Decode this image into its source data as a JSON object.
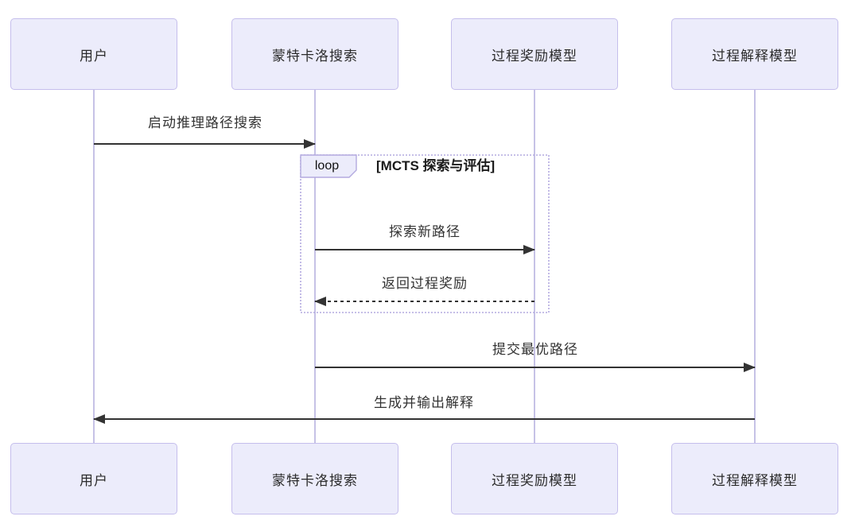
{
  "diagram": {
    "type": "sequence-diagram",
    "background": "#ffffff",
    "colors": {
      "actor_fill": "#ECECFB",
      "actor_border": "#C5BEEC",
      "lifeline": "#C6C2E6",
      "arrow": "#333333",
      "loop_border": "#B3AADF",
      "loop_tab_fill": "#ECECFB",
      "text": "#333333"
    },
    "actors": [
      {
        "name": "用户"
      },
      {
        "name": "蒙特卡洛搜索"
      },
      {
        "name": "过程奖励模型"
      },
      {
        "name": "过程解释模型"
      }
    ],
    "messages": [
      {
        "label": "启动推理路径搜索",
        "from": "用户",
        "to": "蒙特卡洛搜索",
        "line": "solid",
        "direction": "right"
      },
      {
        "label": "探索新路径",
        "from": "蒙特卡洛搜索",
        "to": "过程奖励模型",
        "line": "solid",
        "direction": "right"
      },
      {
        "label": "返回过程奖励",
        "from": "过程奖励模型",
        "to": "蒙特卡洛搜索",
        "line": "dashed",
        "direction": "left"
      },
      {
        "label": "提交最优路径",
        "from": "蒙特卡洛搜索",
        "to": "过程解释模型",
        "line": "solid",
        "direction": "right"
      },
      {
        "label": "生成并输出解释",
        "from": "过程解释模型",
        "to": "用户",
        "line": "solid",
        "direction": "left"
      }
    ],
    "loop_block": {
      "keyword": "loop",
      "title": "[MCTS 探索与评估]"
    }
  }
}
